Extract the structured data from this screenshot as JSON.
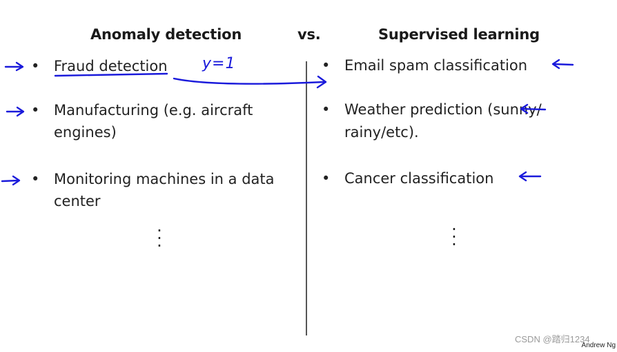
{
  "headings": {
    "left": "Anomaly detection",
    "middle": "vs.",
    "right": "Supervised learning"
  },
  "left_items": [
    {
      "line1": "Fraud detection",
      "line2": ""
    },
    {
      "line1": "Manufacturing (e.g. aircraft",
      "line2": "engines)"
    },
    {
      "line1": "Monitoring machines in a data",
      "line2": "center"
    }
  ],
  "right_items": [
    {
      "line1": "Email spam classification",
      "line2": ""
    },
    {
      "line1": "Weather prediction (sunny/",
      "line2": "rainy/etc)."
    },
    {
      "line1": "Cancer classification",
      "line2": ""
    }
  ],
  "bullet_char": "•",
  "annotation": "y=1",
  "credit": "Andrew Ng",
  "watermark": "CSDN @踏归1234",
  "colors": {
    "ink": "#1a1adb",
    "text": "#222222",
    "watermark": "#9a9a9a"
  }
}
